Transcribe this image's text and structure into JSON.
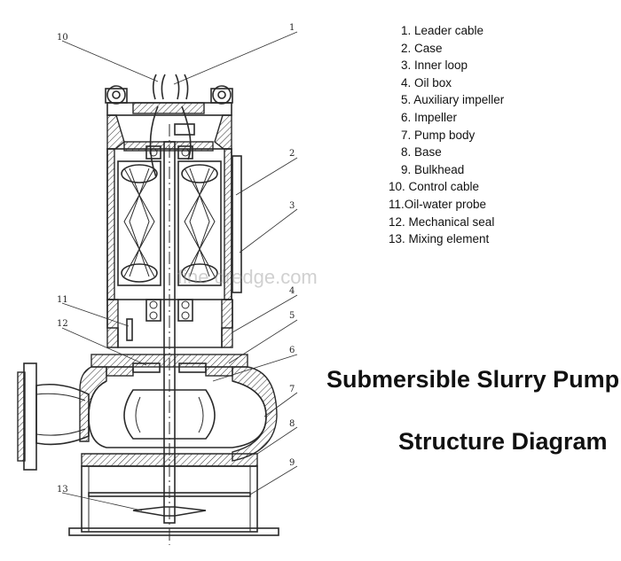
{
  "title": {
    "line1": "Submersible Slurry Pump",
    "line2": "Structure Diagram"
  },
  "watermark": "fine dredge.com",
  "legend": [
    "1. Leader cable",
    "2. Case",
    "3. Inner loop",
    "4. Oil box",
    "5. Auxiliary impeller",
    "6. Impeller",
    "7. Pump body",
    "8. Base",
    "9. Bulkhead",
    "10. Control cable",
    "11.Oil-water probe",
    "12. Mechanical seal",
    "13. Mixing element"
  ],
  "callouts": [
    "1",
    "2",
    "3",
    "4",
    "5",
    "6",
    "7",
    "8",
    "9",
    "10",
    "11",
    "12",
    "13"
  ]
}
